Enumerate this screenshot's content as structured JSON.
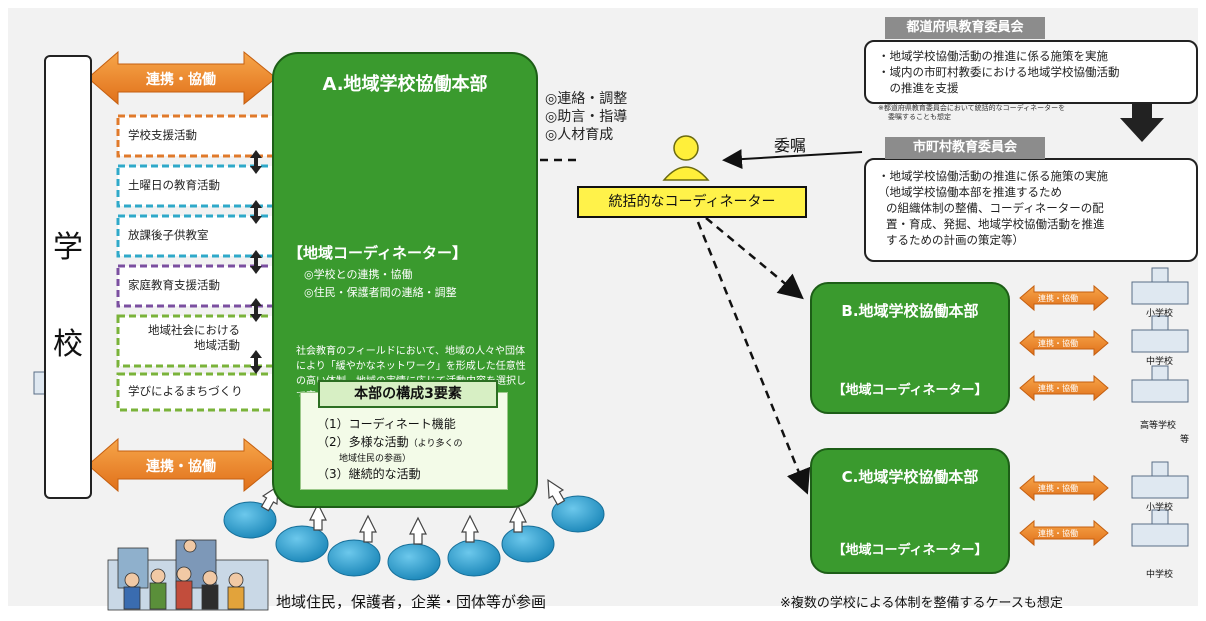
{
  "school": {
    "char1": "学",
    "char2": "校"
  },
  "collab_label": "連携・協働",
  "activities": [
    {
      "lines": [
        "学校支援活動"
      ],
      "color": "#e07a2b"
    },
    {
      "lines": [
        "土曜日の教育活動"
      ],
      "color": "#2fa9c9"
    },
    {
      "lines": [
        "放課後子供教室"
      ],
      "color": "#2fa9c9"
    },
    {
      "lines": [
        "家庭教育支援活動"
      ],
      "color": "#7b4fa0"
    },
    {
      "lines": [
        "地域社会における",
        "地域活動"
      ],
      "color": "#7ab33a"
    },
    {
      "lines": [
        "学びによるまちづくり"
      ],
      "color": "#7ab33a"
    }
  ],
  "hqA": {
    "title": "A.地域学校協働本部",
    "coordinator": "【地域コーディネーター】",
    "bullet1": "◎学校との連携・協働",
    "bullet2": "◎住民・保護者間の連絡・調整",
    "desc": "社会教育のフィールドにおいて、地域の人々や団体により「緩やかなネットワーク」を形成した任意性の高い体制。地域の実情に応じて活動内容を選択して実施。"
  },
  "components": {
    "title": "本部の構成3要素",
    "item1": "（1）コーディネート機能",
    "item2": "（2）多様な活動",
    "item2_note": "（より多くの",
    "item2_note2": "地域住民の参画）",
    "item3": "（3）継続的な活動"
  },
  "roles": [
    "◎連絡・調整",
    "◎助言・指導",
    "◎人材育成"
  ],
  "general_coordinator": "統括的なコーディネーター",
  "commission": "委嘱",
  "prefecture": {
    "title": "都道府県教育委員会",
    "lines": [
      "・地域学校協働活動の推進に係る施策を実施",
      "・域内の市町村教委における地域学校協働活動",
      "　の推進を支援"
    ],
    "note": [
      "※都道府県教育委員会において統括的なコーディネーターを",
      "委嘱することも想定"
    ]
  },
  "municipal": {
    "title": "市町村教育委員会",
    "lines": [
      "・地域学校協働活動の推進に係る施策の実施",
      "（地域学校協働本部を推進するため",
      "の組織体制の整備、コーディネーターの配",
      "置・育成、発掘、地域学校協働活動を推進",
      "するための計画の策定等）"
    ]
  },
  "hqB": {
    "title": "B.地域学校協働本部",
    "coordinator": "【地域コーディネーター】"
  },
  "hqC": {
    "title": "C.地域学校協働本部",
    "coordinator": "【地域コーディネーター】"
  },
  "schoolsB": [
    "小学校",
    "中学校",
    "高等学校"
  ],
  "schoolsB_etc": "等",
  "schoolsC": [
    "小学校",
    "中学校"
  ],
  "participants": "地域住民，保護者，企業・団体等が参画",
  "footnote": "※複数の学校による体制を整備するケースも想定",
  "colors": {
    "green": "#3a9a2e",
    "orange": "#f08a24",
    "yellow": "#fff24a",
    "grey": "#8c8c8c",
    "blue_ball": "#2a9fd0"
  }
}
